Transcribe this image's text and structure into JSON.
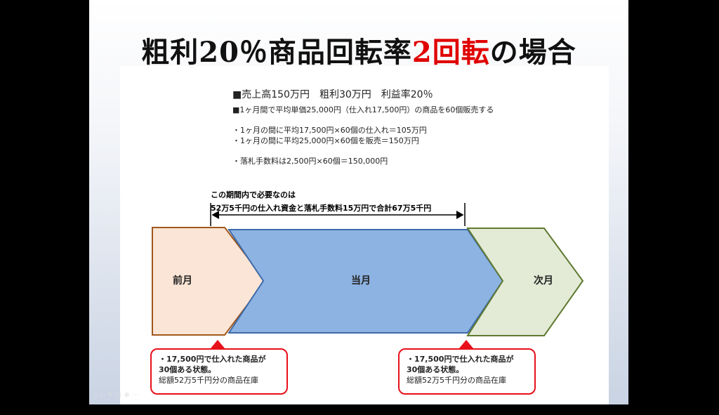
{
  "title": {
    "part1": "粗利20％商品回転率",
    "highlight": "2回転",
    "part2": "の場合"
  },
  "info": {
    "line1": "■売上高150万円　粗利30万円　利益率20％",
    "line2": "■1ヶ月間で平均単価25,000円（仕入れ17,500円）の商品を60個販売する",
    "line3": "・1ヶ月の間に平均17,500円×60個の仕入れ＝105万円",
    "line4": "・1ヶ月の間に平均25,000円×60個を販売＝150万円",
    "line5": "・落札手数料は2,500円×60個＝150,000円"
  },
  "need": {
    "line1": "この期間内で必要なのは",
    "line2": "52万5千円の仕入れ資金と落札手数料15万円で合計67万5千円"
  },
  "months": {
    "prev": "前月",
    "current": "当月",
    "next": "次月"
  },
  "callouts": [
    {
      "line1": "・17,500円で仕入れた商品が",
      "line2": "30個ある状態。",
      "line3": "総額52万5千円分の商品在庫"
    },
    {
      "line1": "・17,500円で仕入れた商品が",
      "line2": "30個ある状態。",
      "line3": "総額52万5千円分の商品在庫"
    }
  ],
  "colors": {
    "highlight": "#e00000",
    "prev_fill": "#fbe5d6",
    "prev_stroke": "#a0581c",
    "current_fill": "#8db3e2",
    "current_stroke": "#3e6aa8",
    "next_fill": "#e3ead6",
    "next_stroke": "#5f7a30",
    "callout_border": "#e8101a"
  },
  "controls": "slideshow-toolbar-icons"
}
